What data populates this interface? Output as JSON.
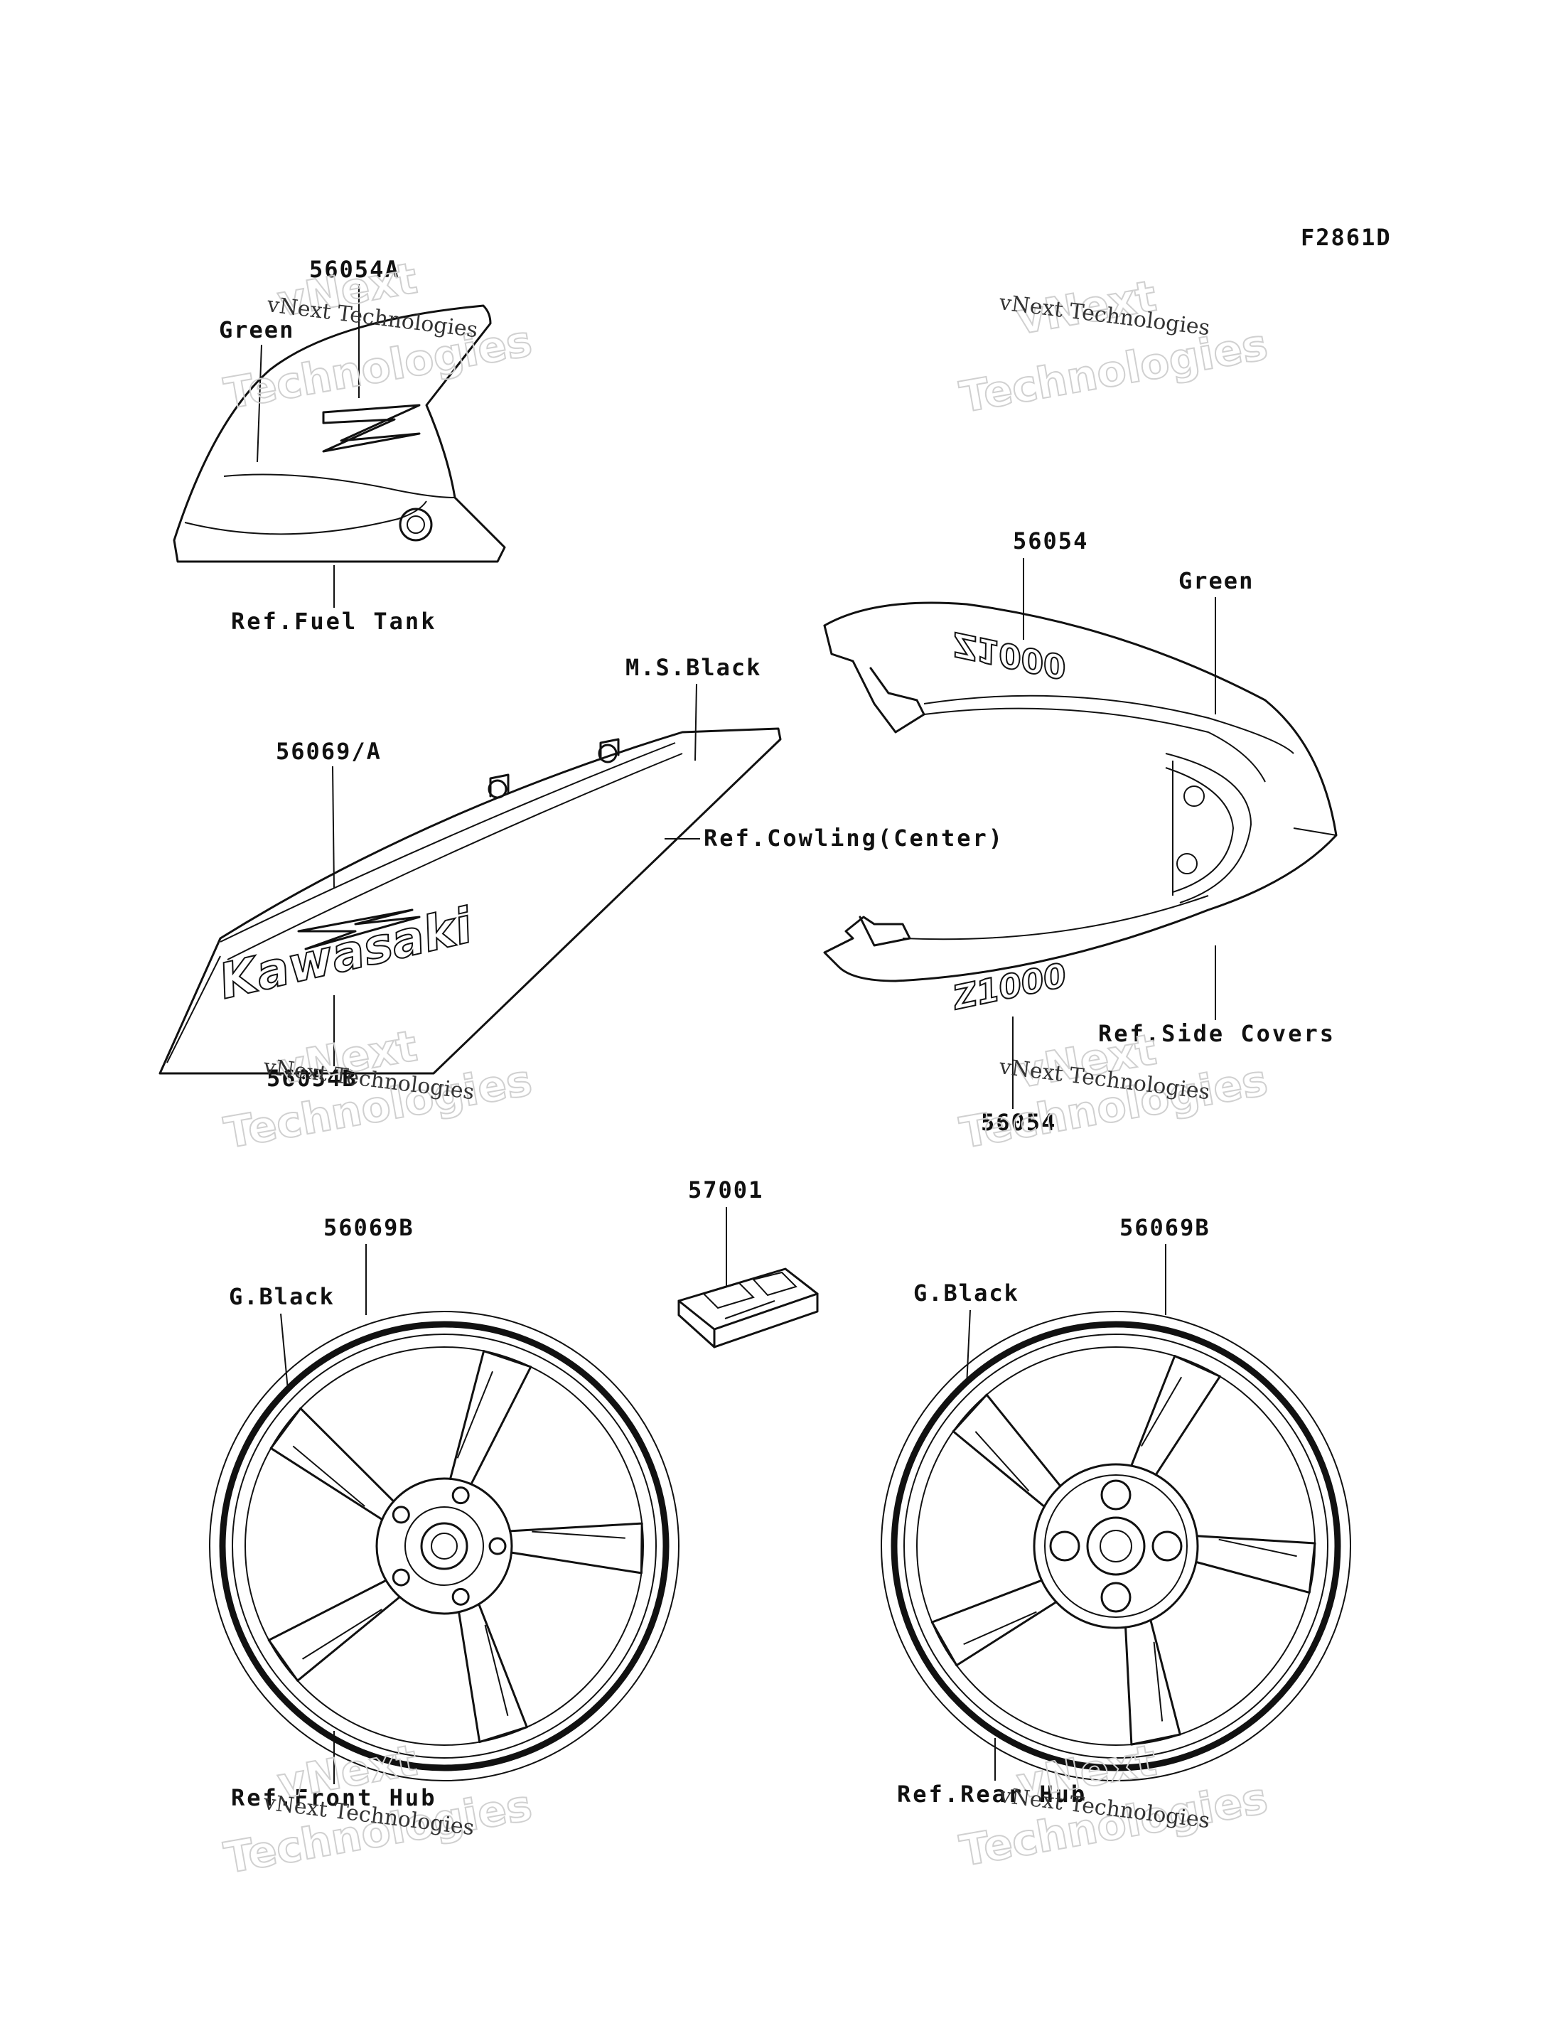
{
  "figure_code": "F2861D",
  "watermark": {
    "line1": "vNext",
    "line2": "Technologies",
    "small": "vNext Technologies"
  },
  "callouts": {
    "fuel_tank_part": "56054A",
    "fuel_tank_color": "Green",
    "fuel_tank_ref": "Ref.Fuel Tank",
    "cowling_color": "M.S.Black",
    "cowling_part": "56069/A",
    "cowling_ref": "Ref.Cowling(Center)",
    "cowling_part_b": "56054B",
    "side_cover_part_top": "56054",
    "side_cover_color": "Green",
    "side_cover_ref": "Ref.Side Covers",
    "side_cover_part_bottom": "56054",
    "clip_part": "57001",
    "front_wheel_part": "56069B",
    "front_wheel_color": "G.Black",
    "front_wheel_ref": "Ref.Front Hub",
    "rear_wheel_part": "56069B",
    "rear_wheel_color": "G.Black",
    "rear_wheel_ref": "Ref.Rear Hub"
  },
  "decal_text": {
    "kawasaki": "Kawasaki",
    "z1000": "Z1000"
  }
}
